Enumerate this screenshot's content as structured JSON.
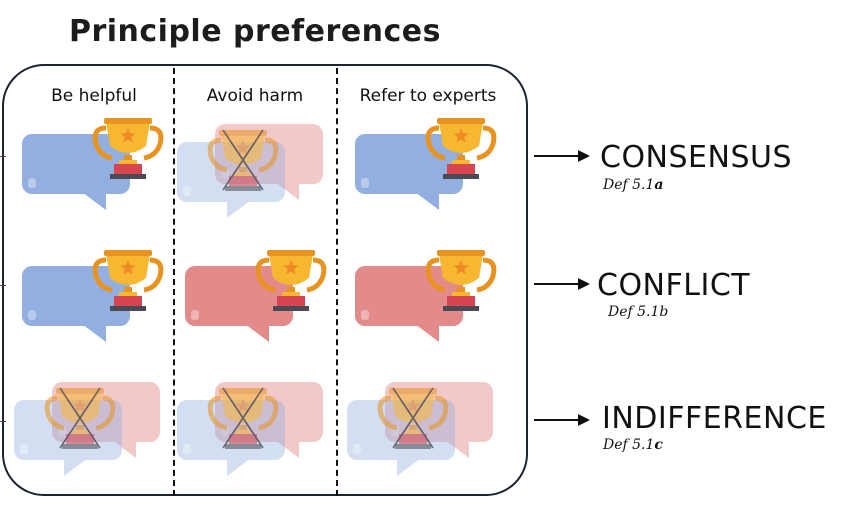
{
  "title": "Principle preferences",
  "columns": [
    {
      "label": "Be helpful"
    },
    {
      "label": "Avoid harm"
    },
    {
      "label": "Refer to experts"
    }
  ],
  "rows": [
    {
      "outcome": "CONSENSUS",
      "definition_prefix": "Def 5.1",
      "definition_suffix": "a",
      "cells": [
        {
          "bubble": "blue",
          "trophy": "on"
        },
        {
          "bubble": "mixed",
          "trophy": "crossed"
        },
        {
          "bubble": "blue",
          "trophy": "on"
        }
      ]
    },
    {
      "outcome": "CONFLICT",
      "definition_prefix": "Def 5.1",
      "definition_suffix": "b",
      "cells": [
        {
          "bubble": "blue",
          "trophy": "on"
        },
        {
          "bubble": "red",
          "trophy": "on"
        },
        {
          "bubble": "red",
          "trophy": "on"
        }
      ]
    },
    {
      "outcome": "INDIFFERENCE",
      "definition_prefix": "Def 5.1",
      "definition_suffix": "c",
      "cells": [
        {
          "bubble": "mixed",
          "trophy": "crossed"
        },
        {
          "bubble": "mixed",
          "trophy": "crossed"
        },
        {
          "bubble": "mixed",
          "trophy": "crossed"
        }
      ]
    }
  ],
  "colors": {
    "blue_bubble": "#92afe0",
    "red_bubble": "#e38a8a",
    "trophy_gold": "#f7b731",
    "trophy_dark_gold": "#e8931f",
    "trophy_base": "#d64550",
    "trophy_plinth": "#4a4a55",
    "star": "#f08a24"
  }
}
